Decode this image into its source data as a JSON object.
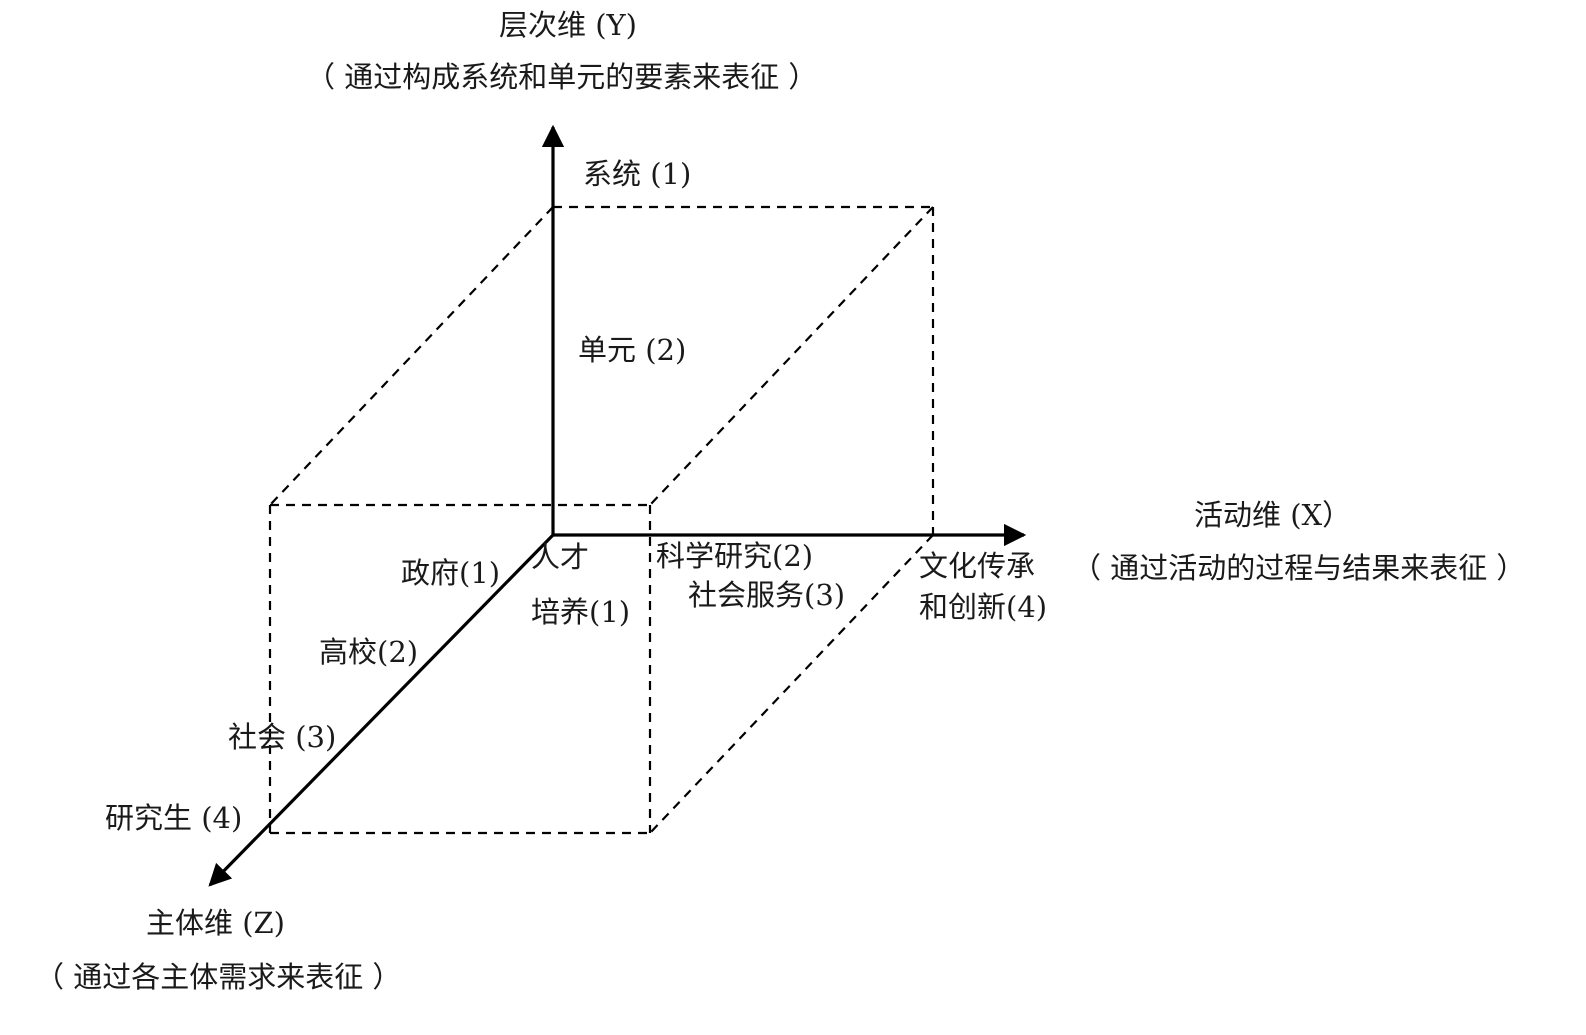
{
  "axes": {
    "y": {
      "title": "层次维 (Y)",
      "subtitle": "（ 通过构成系统和单元的要素来表征 ）",
      "ticks": [
        "系统 (1)",
        "单元 (2)"
      ]
    },
    "x": {
      "title": "活动维 (X）",
      "subtitle": "（ 通过活动的过程与结果来表征 ）",
      "ticks": [
        [
          "人才",
          "培养(1)"
        ],
        [
          "科学研究(2)"
        ],
        [
          "社会服务(3)"
        ],
        [
          "文化传承",
          "和创新(4)"
        ]
      ]
    },
    "z": {
      "title": "主体维 (Z)",
      "subtitle": "（ 通过各主体需求来表征 ）",
      "ticks": [
        "政府(1)",
        "高校(2)",
        "社会 (3)",
        "研究生 (4)"
      ]
    }
  },
  "colors": {
    "ink": "#000000",
    "text": "#1a1a1a"
  }
}
